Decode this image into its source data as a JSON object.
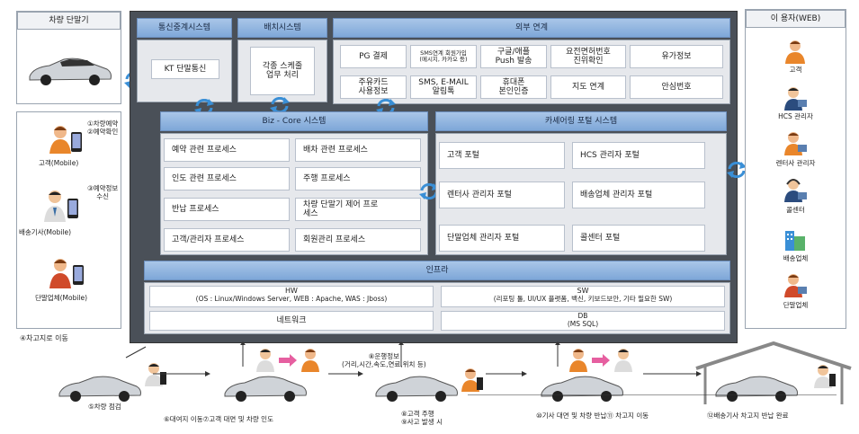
{
  "vehicle_terminal": {
    "title": "차량 단말기"
  },
  "comm_relay": {
    "title": "통신중계시스템",
    "item": "KT 단말통신"
  },
  "batch": {
    "title": "배치시스템",
    "item": "각종 스케줄\n업무 처리"
  },
  "external": {
    "title": "외부 연계",
    "items": [
      "PG 결제",
      "SMS연계 회원가입\n(메시지, 카카오 등)",
      "구글/애플\nPush 발송",
      "요전면허번호\n진위확인",
      "유가정보",
      "주유카드\n사용정보",
      "SMS, E-MAIL\n알림톡",
      "휴대폰\n본인인증",
      "지도 연계",
      "안심번호"
    ]
  },
  "core": {
    "title": "Biz - Core 시스템",
    "items": [
      "예약 관련 프로세스",
      "배차 관련 프로세스",
      "인도 관련 프로세스",
      "주행 프로세스",
      "반납 프로세스",
      "차량 단말기 제어 프로\n세스",
      "고객/관리자 프로세스",
      "회원관리 프로세스"
    ]
  },
  "portal": {
    "title": "카셰어링 포털 시스템",
    "items": [
      "고객 포털",
      "HCS 관리자 포털",
      "렌터사 관리자 포털",
      "배송업체 관리자 포털",
      "단말업체 관리자 포털",
      "콜센터 포털"
    ]
  },
  "infra": {
    "title": "인프라",
    "hw_title": "HW",
    "hw_desc": "(OS : Linux/Windows Server, WEB : Apache, WAS : Jboss)",
    "sw_title": "SW",
    "sw_desc": "(리포팅 툴, UI/UX 플랫폼, 백신, 키보드보안, 기타 필요한 SW)",
    "network": "네트워크",
    "db_title": "DB",
    "db_desc": "(MS SQL)"
  },
  "left_mobile": {
    "step_reserve": "①차량예약\n②예약확인",
    "customer": "고객(Mobile)",
    "step_info": "③예약정보\n수신",
    "driver": "배송기사(Mobile)",
    "terminal_co": "단말업체(Mobile)"
  },
  "users_web": {
    "title": "이 용자(WEB)",
    "items": [
      "고객",
      "HCS 관리자",
      "렌터사 관리자",
      "콜센터",
      "배송업체",
      "단말업체"
    ]
  },
  "flow": {
    "step4": "④차고지로 이동",
    "step5": "⑤차량 점검",
    "step67": "⑥대여지 이동⑦고객 대면 및 차량 인도",
    "step_info": "⑧운행정보\n(거리,시간,속도,연료,위치 등)",
    "step89": "⑧고객 주행\n⑨사고 발생 시",
    "step1011": "⑩기사 대면 및 차량 반납⑪ 차고지 이동",
    "step12": "⑫배송기사 차고지 반납 완료"
  },
  "colors": {
    "core_bg": "#4a5058",
    "header_blue": "#7ea7d8",
    "sync_blue": "#3a8fd6"
  }
}
